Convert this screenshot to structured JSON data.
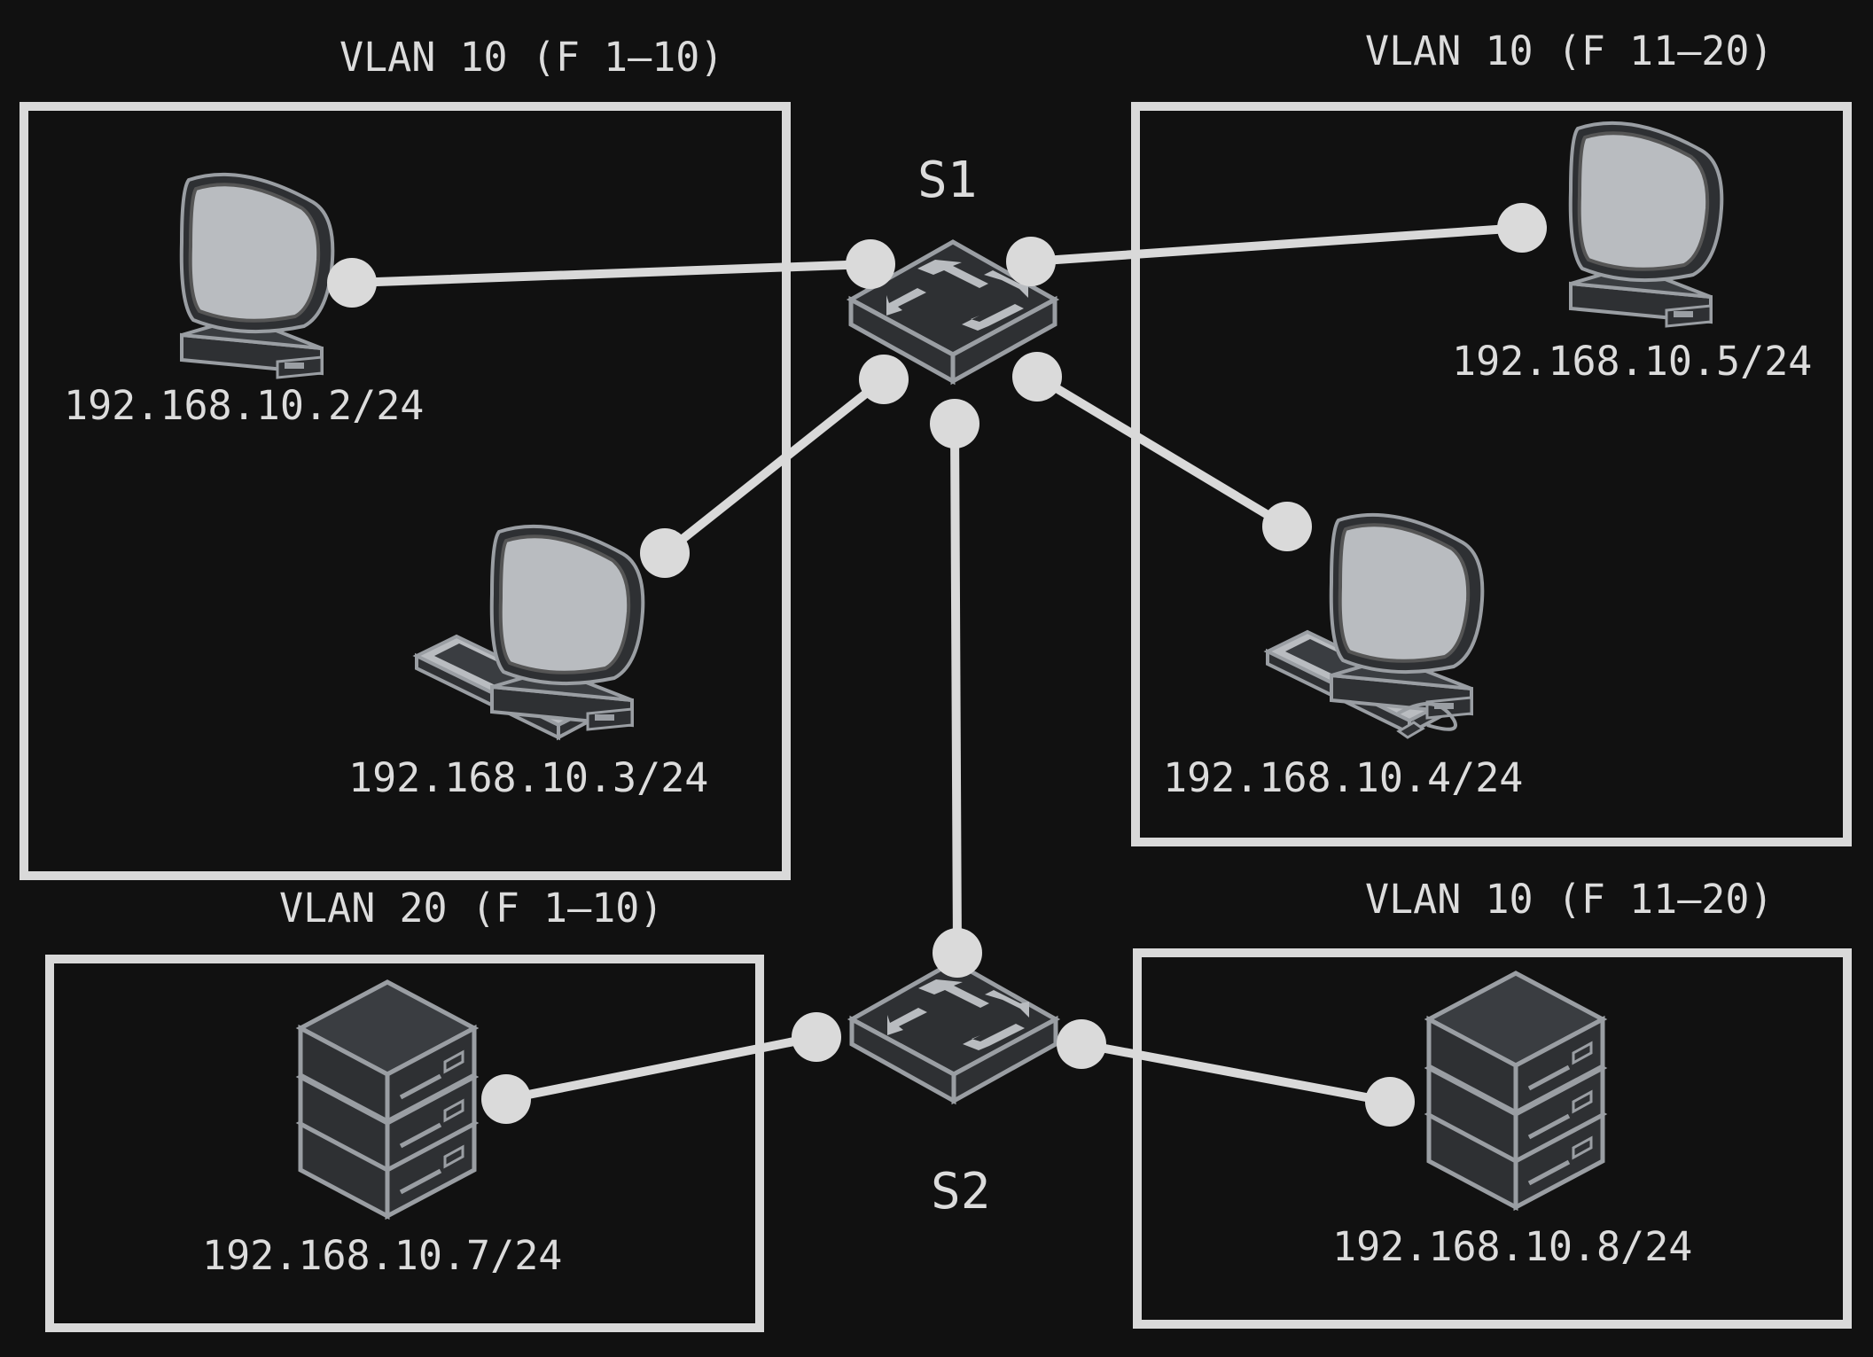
{
  "groups": {
    "g1": {
      "label": "VLAN 10 (F 1–10)"
    },
    "g2": {
      "label": "VLAN 10 (F 11–20)"
    },
    "g3": {
      "label": "VLAN 20 (F 1–10)"
    },
    "g4": {
      "label": "VLAN 10 (F 11–20)"
    }
  },
  "switches": {
    "s1": {
      "label": "S1",
      "icon": "switch-icon"
    },
    "s2": {
      "label": "S2",
      "icon": "switch-icon"
    }
  },
  "hosts": {
    "pc2": {
      "ip": "192.168.10.2/24",
      "icon": "monitor-icon"
    },
    "pc3": {
      "ip": "192.168.10.3/24",
      "icon": "workstation-icon"
    },
    "pc5": {
      "ip": "192.168.10.5/24",
      "icon": "monitor-icon"
    },
    "pc4": {
      "ip": "192.168.10.4/24",
      "icon": "workstation-icon"
    },
    "srv7": {
      "ip": "192.168.10.7/24",
      "icon": "server-icon"
    },
    "srv8": {
      "ip": "192.168.10.8/24",
      "icon": "server-icon"
    }
  },
  "colors": {
    "background": "#111111",
    "line": "#d9d9d9",
    "device_body": "#2e3033",
    "device_screen": "#b9bcc0",
    "device_outline": "#9a9ea3"
  }
}
